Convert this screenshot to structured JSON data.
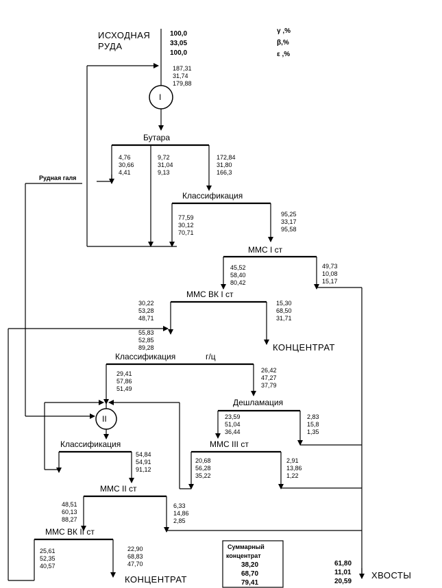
{
  "legend": {
    "gamma": "γ ,%",
    "beta": "β,%",
    "eps": "ε ,%"
  },
  "feed": {
    "name1": "ИСХОДНАЯ",
    "name2": "РУДА",
    "v": [
      "100,0",
      "33,05",
      "100,0"
    ]
  },
  "mill1": {
    "label": "I",
    "in": [
      "187,31",
      "31,74",
      "179,88"
    ]
  },
  "butara": {
    "label": "Бутара",
    "a": [
      "4,76",
      "30,66",
      "4,41"
    ],
    "b": [
      "9,72",
      "31,04",
      "9,13"
    ],
    "c": [
      "172,84",
      "31,80",
      "166,3"
    ]
  },
  "ore_pebble": "Рудная галя",
  "class1": {
    "label": "Классификация",
    "sands": [
      "77,59",
      "30,12",
      "70,71"
    ],
    "over": [
      "95,25",
      "33,17",
      "95,58"
    ]
  },
  "mms1": {
    "label": "ММС I ст",
    "conc": [
      "45,52",
      "58,40",
      "80,42"
    ],
    "tail": [
      "49,73",
      "10,08",
      "15,17"
    ]
  },
  "mmsvk1": {
    "label": "ММС ВК  I ст",
    "tail": [
      "30,22",
      "53,28",
      "48,71"
    ],
    "conc": [
      "15,30",
      "68,50",
      "31,71"
    ]
  },
  "concentrate1": "КОНЦЕНТРАТ",
  "class2": {
    "label": "Классификация",
    "label2": "г/ц",
    "in": [
      "55,83",
      "52,85",
      "89,28"
    ],
    "sands": [
      "29,41",
      "57,86",
      "51,49"
    ],
    "over": [
      "26,42",
      "47,27",
      "37,79"
    ]
  },
  "deslime": {
    "label": "Дешламация",
    "sands": [
      "23,59",
      "51,04",
      "36,44"
    ],
    "slime": [
      "2,83",
      "15,8",
      "1,35"
    ]
  },
  "mill2": {
    "label": "II"
  },
  "class3": {
    "label": "Классификация",
    "over": [
      "54,84",
      "54,91",
      "91,12"
    ]
  },
  "mms3": {
    "label": "ММС III ст",
    "conc": [
      "20,68",
      "56,28",
      "35,22"
    ],
    "tail": [
      "2,91",
      "13,86",
      "1,22"
    ]
  },
  "mms2": {
    "label": "ММС  II ст",
    "conc": [
      "48,51",
      "60,13",
      "88,27"
    ],
    "tail": [
      "6,33",
      "14,86",
      "2,85"
    ]
  },
  "mmsvk2": {
    "label": "ММС ВК II ст",
    "tail": [
      "25,61",
      "52,35",
      "40,57"
    ],
    "conc": [
      "22,90",
      "68,83",
      "47,70"
    ]
  },
  "concentrate2": "КОНЦЕНТРАТ",
  "summary": {
    "title1": "Суммарный",
    "title2": "концентрат",
    "v": [
      "38,20",
      "68,70",
      "79,41"
    ]
  },
  "tailings": {
    "label": "ХВОСТЫ",
    "v": [
      "61,80",
      "11,01",
      "20,59"
    ]
  }
}
